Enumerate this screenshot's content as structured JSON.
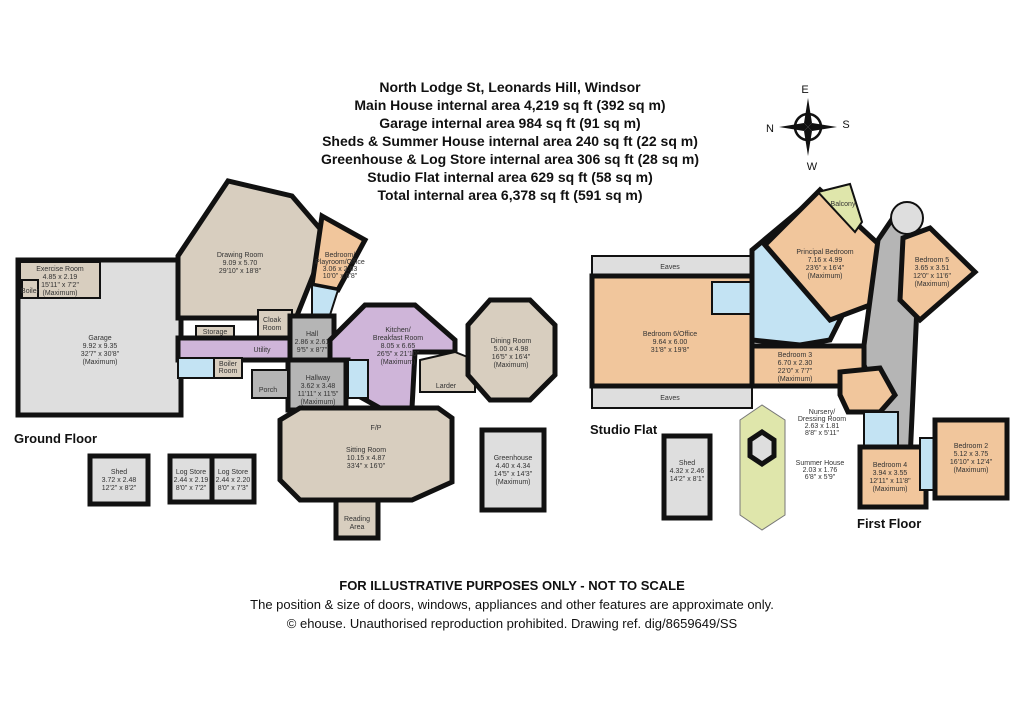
{
  "header": {
    "title": "North Lodge St, Leonards Hill, Windsor",
    "lines": [
      "Main House internal area 4,219 sq ft (392 sq m)",
      "Garage internal area 984 sq ft (91 sq m)",
      "Sheds & Summer House  internal area 240 sq ft (22 sq m)",
      "Greenhouse & Log Store internal area 306 sq ft (28 sq m)",
      "Studio Flat internal area 629 sq ft (58 sq m)",
      "Total internal area 6,378 sq ft (591 sq m)"
    ]
  },
  "compass": {
    "n": "N",
    "e": "E",
    "s": "S",
    "w": "W"
  },
  "floors": {
    "ground": "Ground Floor",
    "studio": "Studio Flat",
    "first": "First Floor"
  },
  "rooms": {
    "exercise": [
      "Exercise Room",
      "4.85 x 2.19",
      "15'11\" x 7'2\"",
      "(Maximum)"
    ],
    "boiler1": "Boiler",
    "garage": [
      "Garage",
      "9.92 x 9.35",
      "32'7\" x 30'8\"",
      "(Maximum)"
    ],
    "drawing": [
      "Drawing Room",
      "9.09 x 5.70",
      "29'10\" x 18'8\""
    ],
    "playroom": [
      "Bedroom/",
      "Playroom/Office",
      "3.06 x 2.63",
      "10'0\" x 8'8\""
    ],
    "storage": "Storage",
    "cloak": [
      "Cloak",
      "Room"
    ],
    "utility": "Utility",
    "boilerroom": [
      "Boiler",
      "Room"
    ],
    "hall": [
      "Hall",
      "2.86 x 2.61",
      "9'5\" x 8'7\""
    ],
    "hallway": [
      "Hallway",
      "3.62 x 3.48",
      "11'11\" x 11'5\"",
      "(Maximum)"
    ],
    "porch": "Porch",
    "kitchen": [
      "Kitchen/",
      "Breakfast Room",
      "8.05 x 6.65",
      "26'5\" x 21'10\"",
      "(Maximum)"
    ],
    "larder": "Larder",
    "dining": [
      "Dining Room",
      "5.00 x 4.98",
      "16'5\" x 16'4\"",
      "(Maximum)"
    ],
    "fp": "F/P",
    "sitting": [
      "Sitting Room",
      "10.15 x 4.87",
      "33'4\" x 16'0\""
    ],
    "reading": [
      "Reading",
      "Area"
    ],
    "greenhouse": [
      "Greenhouse",
      "4.40 x 4.34",
      "14'5\" x 14'3\"",
      "(Maximum)"
    ],
    "shed1": [
      "Shed",
      "3.72 x 2.48",
      "12'2\" x 8'2\""
    ],
    "log1": [
      "Log Store",
      "2.44 x 2.19",
      "8'0\" x 7'2\""
    ],
    "log2": [
      "Log Store",
      "2.44 x 2.20",
      "8'0\" x 7'3\""
    ],
    "eaves": "Eaves",
    "bed6": [
      "Bedroom 6/Office",
      "9.64 x 6.00",
      "31'8\" x 19'8\""
    ],
    "shed2": [
      "Shed",
      "4.32 x 2.46",
      "14'2\" x 8'1\""
    ],
    "balcony": "Balcony",
    "principal": [
      "Principal Bedroom",
      "7.16 x 4.99",
      "23'6\" x 16'4\"",
      "(Maximum)"
    ],
    "bed5": [
      "Bedroom 5",
      "3.65 x 3.51",
      "12'0\" x 11'6\"",
      "(Maximum)"
    ],
    "bed3": [
      "Bedroom 3",
      "6.70 x 2.30",
      "22'0\" x 7'7\"",
      "(Maximum)"
    ],
    "nursery": [
      "Nursery/",
      "Dressing Room",
      "2.63 x 1.81",
      "8'8\" x 5'11\""
    ],
    "summer": [
      "Summer House",
      "2.03 x 1.76",
      "6'8\" x 5'9\""
    ],
    "bed4": [
      "Bedroom 4",
      "3.94 x 3.55",
      "12'11\" x 11'8\"",
      "(Maximum)"
    ],
    "bed2": [
      "Bedroom 2",
      "5.12 x 3.75",
      "16'10\" x 12'4\"",
      "(Maximum)"
    ]
  },
  "footer": {
    "disclaimer": "FOR ILLUSTRATIVE PURPOSES ONLY - NOT TO SCALE",
    "note": "The position & size of doors, windows, appliances and other features are approximate only.",
    "copyright": "© ehouse. Unauthorised reproduction prohibited. Drawing ref. dig/8659649/SS"
  },
  "colors": {
    "beige": "#d8cebf",
    "grey": "#dedede",
    "hallgrey": "#b5b5b5",
    "purple": "#cfb5d9",
    "blue": "#c3e3f3",
    "orange": "#f1c69c",
    "green": "#dfe6ab"
  }
}
